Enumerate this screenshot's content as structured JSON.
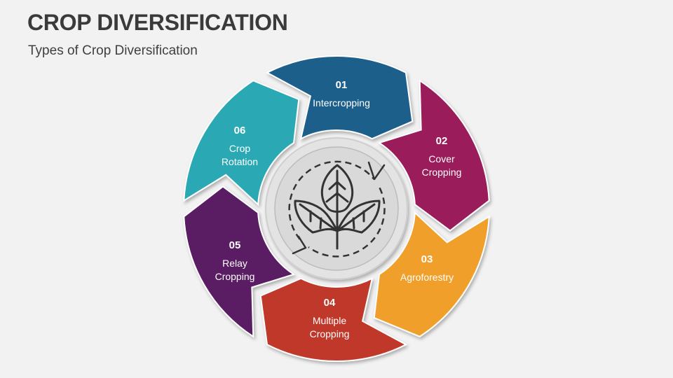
{
  "title": "CROP DIVERSIFICATION",
  "subtitle": "Types of Crop Diversification",
  "icons": {
    "center": "plant-sprout-icon",
    "cycle": "cycle-arrows-icon"
  },
  "segments": [
    {
      "number": "01",
      "label": [
        "Intercropping"
      ],
      "color": "#1f5f8b"
    },
    {
      "number": "02",
      "label": [
        "Cover",
        "Cropping"
      ],
      "color": "#9b1b5a"
    },
    {
      "number": "03",
      "label": [
        "Agroforestry"
      ],
      "color": "#f0a02b"
    },
    {
      "number": "04",
      "label": [
        "Multiple",
        "Cropping"
      ],
      "color": "#c0392b"
    },
    {
      "number": "05",
      "label": [
        "Relay",
        "Cropping"
      ],
      "color": "#5a1d63"
    },
    {
      "number": "06",
      "label": [
        "Crop",
        "Rotation"
      ],
      "color": "#2aa9b5"
    }
  ]
}
